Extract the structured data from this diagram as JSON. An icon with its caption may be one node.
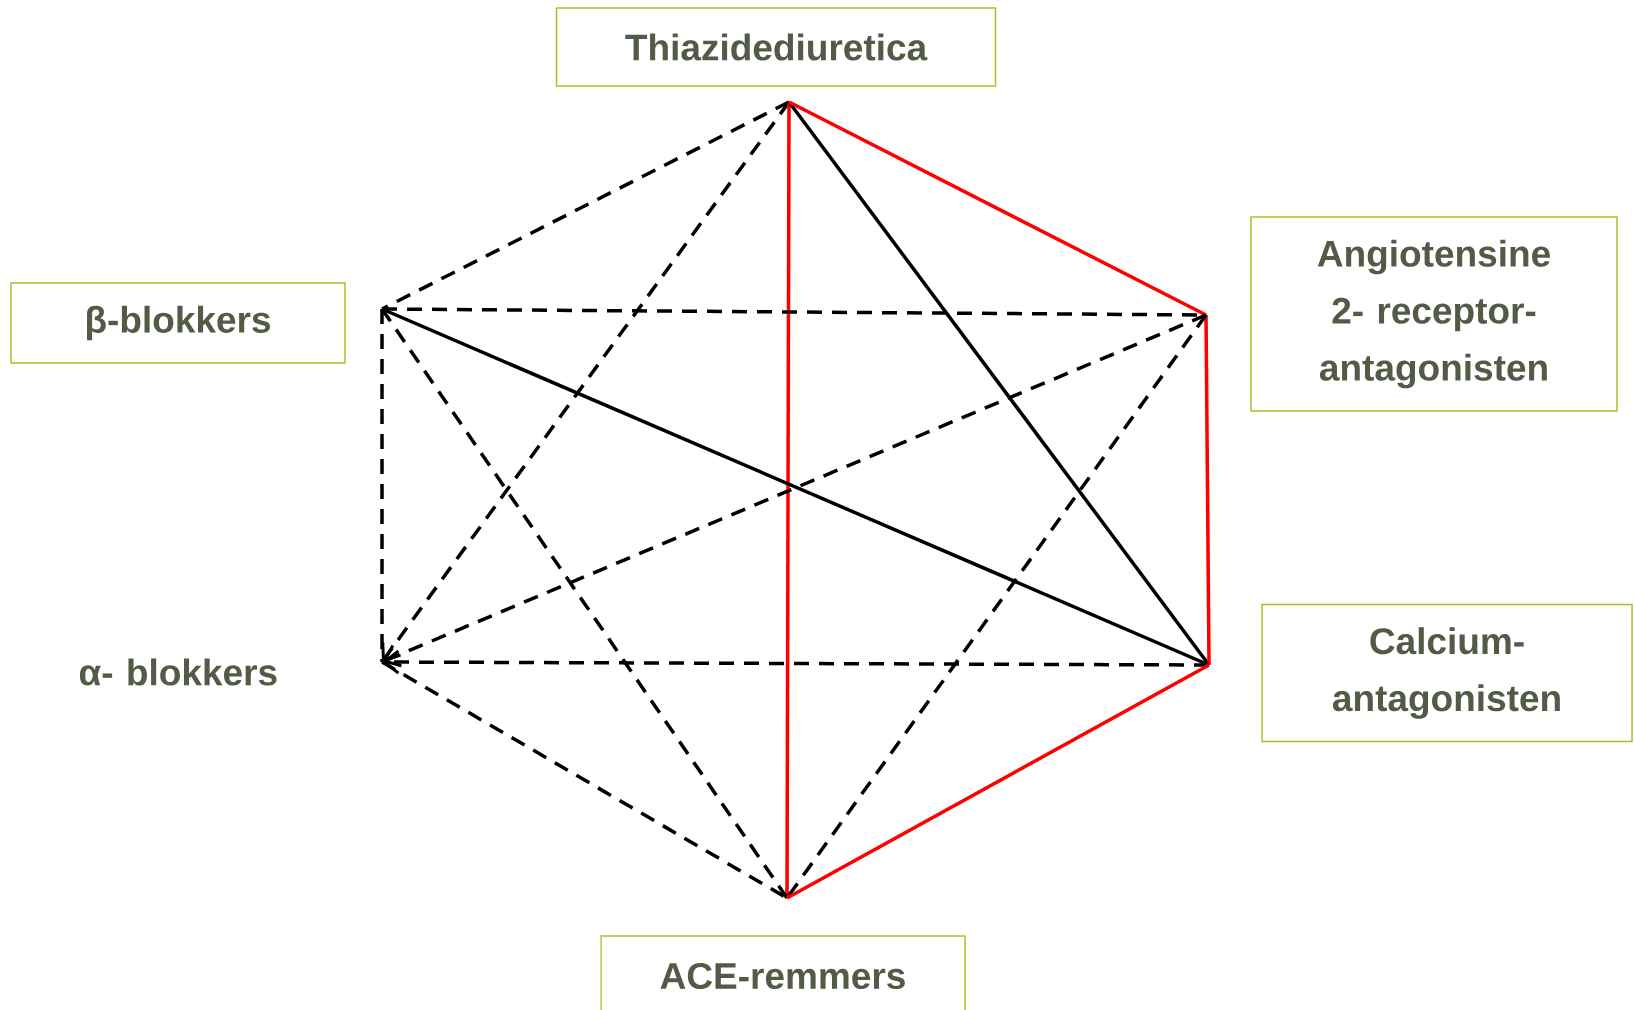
{
  "diagram": {
    "nodes": [
      {
        "text": [
          "Thiazidediuretica"
        ]
      },
      {
        "text": [
          "β-blokkers"
        ]
      },
      {
        "text": [
          "Angiotensine 2- receptor- antagonisten"
        ]
      },
      {
        "text": [
          "α- blokkers"
        ]
      },
      {
        "text": [
          "Calcium- antagonisten"
        ]
      },
      {
        "text": [
          "ACE-remmers"
        ]
      }
    ],
    "edges": [
      {
        "from": 0,
        "to": 1,
        "arrow": "none",
        "style": "dashed"
      },
      {
        "from": 0,
        "to": 3,
        "arrow": "to",
        "style": "dashed"
      },
      {
        "from": 0,
        "to": 5,
        "arrow": "none",
        "color": "#ff0000"
      },
      {
        "from": 0,
        "to": 4,
        "arrow": "none"
      },
      {
        "from": 0,
        "to": 2,
        "arrow": "none",
        "color": "#ff0000"
      },
      {
        "from": 1,
        "to": 2,
        "arrow": "none",
        "style": "dashed"
      },
      {
        "from": 1,
        "to": 3,
        "arrow": "none",
        "style": "dashed"
      },
      {
        "from": 1,
        "to": 4,
        "arrow": "none"
      },
      {
        "from": 1,
        "to": 5,
        "arrow": "none",
        "style": "dashed"
      },
      {
        "from": 2,
        "to": 3,
        "arrow": "to",
        "style": "dashed"
      },
      {
        "from": 2,
        "to": 4,
        "arrow": "none",
        "color": "#ff0000"
      },
      {
        "from": 2,
        "to": 5,
        "arrow": "none",
        "style": "dashed"
      },
      {
        "from": 4,
        "to": 3,
        "arrow": "to",
        "style": "dashed"
      },
      {
        "from": 4,
        "to": 5,
        "arrow": "none",
        "color": "#ff0000"
      },
      {
        "from": 3,
        "to": 5,
        "arrow": "none",
        "style": "dashed"
      }
    ]
  }
}
